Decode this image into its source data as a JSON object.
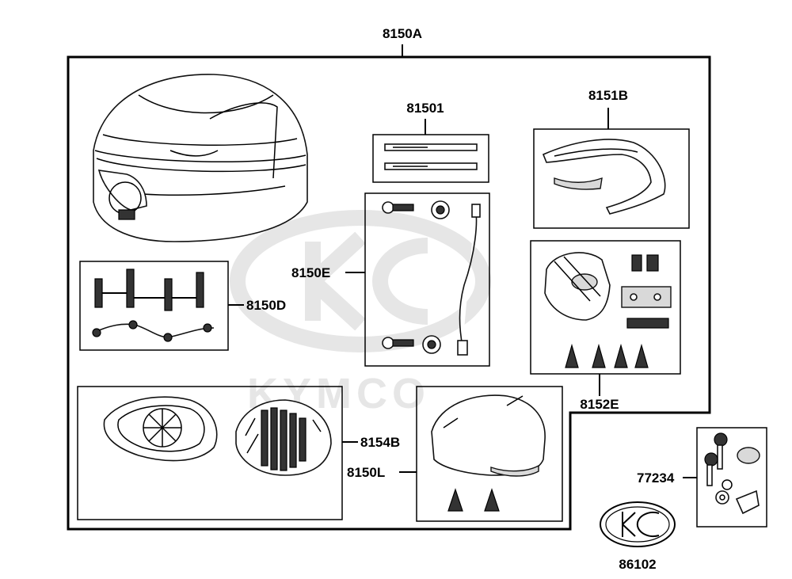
{
  "labels": {
    "kit": "8150A",
    "strips": "81501",
    "garnish": "8151B",
    "hardware": "8150E",
    "mount": "8150D",
    "lock_plate": "8152E",
    "base_plate": "8154B",
    "lid": "8150L",
    "key_set": "77234",
    "emblem": "86102"
  },
  "watermark": {
    "brand_text": "KYMCO",
    "color": "#e3e3e3"
  },
  "colors": {
    "ink": "#000000",
    "background": "#ffffff"
  }
}
